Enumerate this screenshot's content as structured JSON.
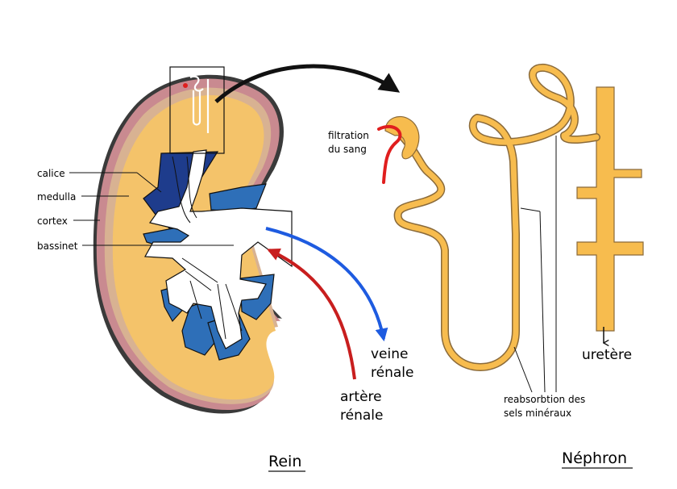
{
  "labels": {
    "calice": "calice",
    "medulla": "medulla",
    "cortex": "cortex",
    "bassinet": "bassinet",
    "filtration_line1": "filtration",
    "filtration_line2": "du sang",
    "veine_line1": "veine",
    "veine_line2": "rénale",
    "artere_line1": "artère",
    "artere_line2": "rénale",
    "reabsorption_line1": "reabsorbtion des",
    "reabsorption_line2": "sels minéraux",
    "uretere": "uretère"
  },
  "captions": {
    "rein": "Rein",
    "nephron": "Néphron"
  },
  "colors": {
    "kidney_fill": "#F4C36A",
    "cortex_band": "#C98A90",
    "outline": "#3A3A3A",
    "medulla_dark": "#1E3C8C",
    "medulla_mid": "#2E6FB8",
    "tubule_fill": "#F7BC4E",
    "tubule_outline": "#8A6A3A",
    "vein_arrow": "#1E5BE0",
    "artery_arrow": "#C81E1E",
    "capillary": "#E01E1E",
    "black_arrow": "#111111"
  }
}
